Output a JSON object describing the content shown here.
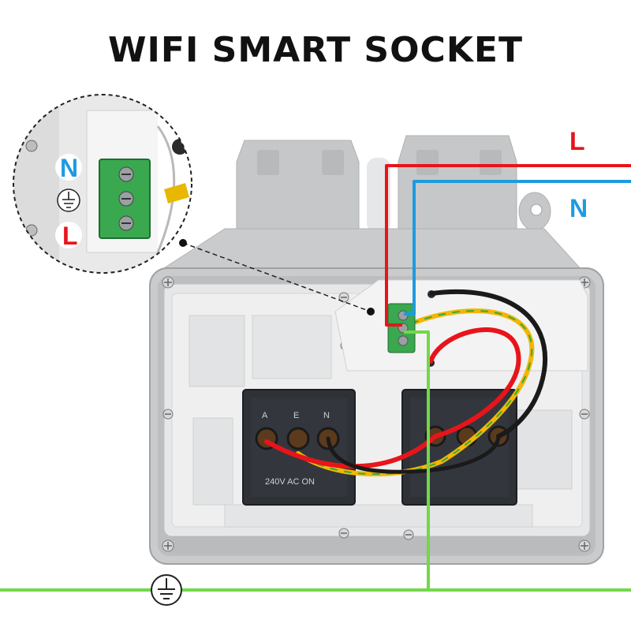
{
  "title": "WIFI SMART SOCKET",
  "wires": {
    "live_label": "L",
    "neutral_label": "N",
    "earth_icon": "earth-ground-icon"
  },
  "callout": {
    "neutral_label": "N",
    "earth_icon": "earth-ground-icon",
    "live_label": "L"
  },
  "sockets": {
    "left_pins": [
      "A",
      "E",
      "N"
    ],
    "left_rating": "240V AC ON"
  },
  "colors": {
    "live": "#e8141b",
    "neutral": "#1e9be0",
    "earth": "#72d84a",
    "terminal": "#3aa84e",
    "yellow_wire": "#f2b705",
    "housing": "#c9cbcd"
  }
}
